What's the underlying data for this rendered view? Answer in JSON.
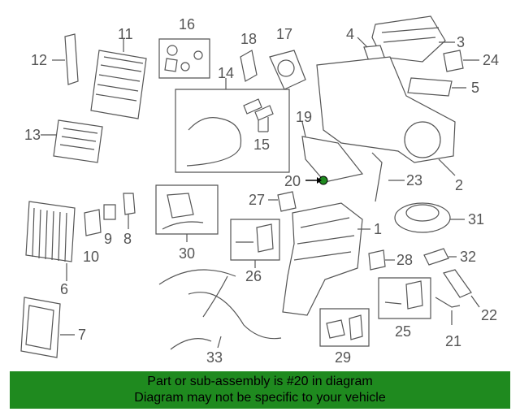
{
  "callouts": {
    "c1": "1",
    "c2": "2",
    "c3": "3",
    "c4": "4",
    "c5": "5",
    "c6": "6",
    "c7": "7",
    "c8": "8",
    "c9": "9",
    "c10": "10",
    "c11": "11",
    "c12": "12",
    "c13": "13",
    "c14": "14",
    "c15": "15",
    "c16": "16",
    "c17": "17",
    "c18": "18",
    "c19": "19",
    "c20": "20",
    "c21": "21",
    "c22": "22",
    "c23": "23",
    "c24": "24",
    "c25": "25",
    "c26": "26",
    "c27": "27",
    "c28": "28",
    "c29": "29",
    "c30": "30",
    "c31": "31",
    "c32": "32",
    "c33": "33"
  },
  "highlighted_part": "20",
  "banner": {
    "line1": "Part or sub-assembly is #20 in diagram",
    "line2": "Diagram may not be specific to your vehicle",
    "color": "#1f8a1f"
  }
}
